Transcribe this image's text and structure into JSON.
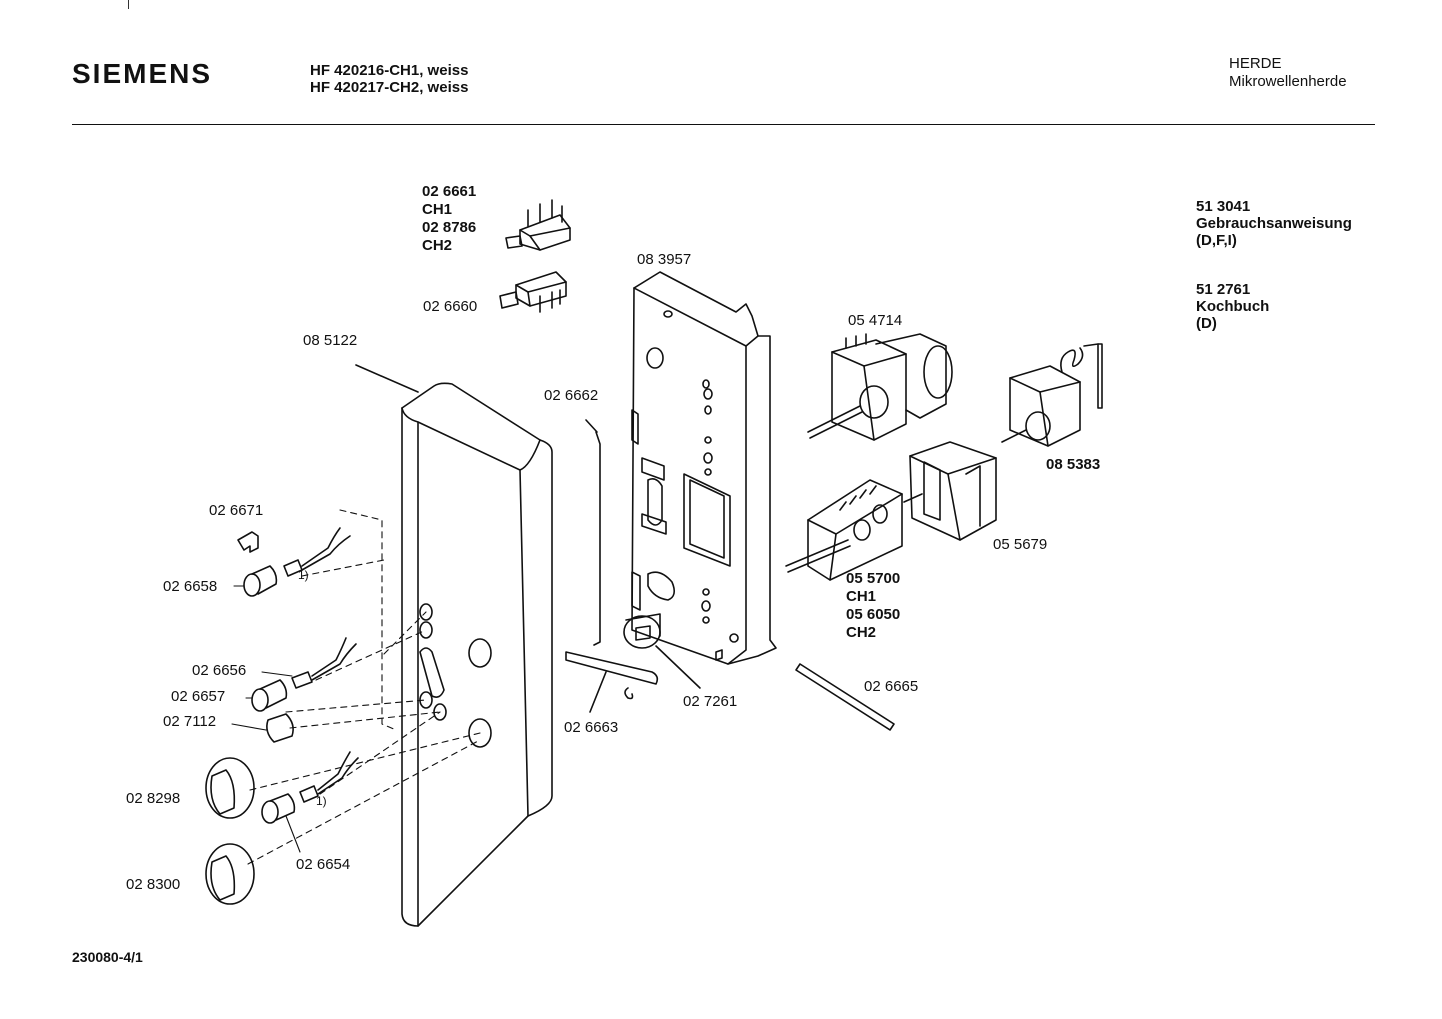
{
  "header": {
    "brand": "SIEMENS",
    "model_1": "HF 420216-CH1, weiss",
    "model_2": "HF 420217-CH2, weiss",
    "category": "HERDE",
    "subcategory": "Mikrowellenherde"
  },
  "side_items": [
    {
      "number": "51 3041",
      "name": "Gebrauchsanweisung",
      "lang": "(D,F,I)"
    },
    {
      "number": "51 2761",
      "name": "Kochbuch",
      "lang": "(D)"
    }
  ],
  "parts": {
    "p026661": "02 6661",
    "ch1a": "CH1",
    "p028786": "02 8786",
    "ch2a": "CH2",
    "p026660": "02 6660",
    "p083957": "08 3957",
    "p085122": "08 5122",
    "p026662": "02 6662",
    "p054714": "05 4714",
    "p085383": "08 5383",
    "p055679": "05 5679",
    "p055700": "05 5700",
    "ch1b": "CH1",
    "p056050": "05 6050",
    "ch2b": "CH2",
    "p026671": "02 6671",
    "p026658": "02 6658",
    "note1a": "1)",
    "p026656": "02 6656",
    "p026657": "02 6657",
    "p027112": "02 7112",
    "p027261": "02 7261",
    "p026663": "02 6663",
    "p026665": "02 6665",
    "p028298": "02 8298",
    "note1b": "1)",
    "p026654": "02 6654",
    "p028300": "02 8300"
  },
  "footer": {
    "code": "230080-4/1"
  }
}
